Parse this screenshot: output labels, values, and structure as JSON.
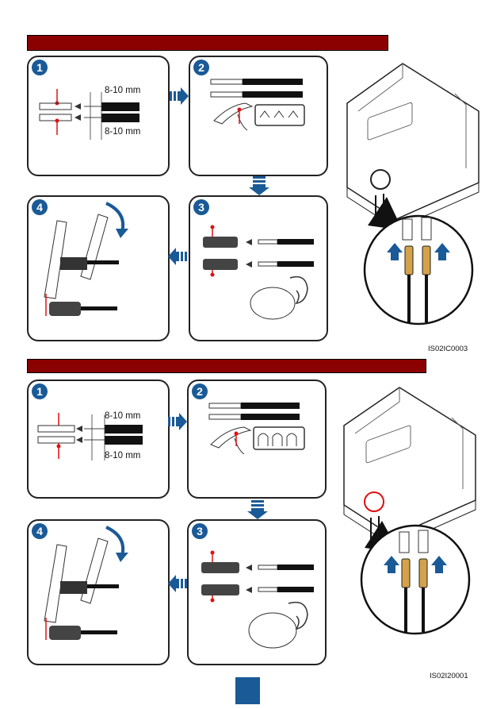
{
  "section1": {
    "step1": {
      "number": "1",
      "measure_top": "8-10 mm",
      "measure_bottom": "8-10 mm"
    },
    "step2": {
      "number": "2"
    },
    "step3": {
      "number": "3"
    },
    "step4": {
      "number": "4"
    },
    "figure_code": "IS02IC0003"
  },
  "section2": {
    "step1": {
      "number": "1",
      "measure_top": "8-10 mm",
      "measure_bottom": "8-10 mm"
    },
    "step2": {
      "number": "2"
    },
    "step3": {
      "number": "3"
    },
    "step4": {
      "number": "4"
    },
    "figure_code": "IS02I20001"
  },
  "colors": {
    "header_bar": "#8b0000",
    "badge": "#1a5a96",
    "arrow": "#1a5a96",
    "marker": "#e01010",
    "connector": "#d4a24a"
  }
}
